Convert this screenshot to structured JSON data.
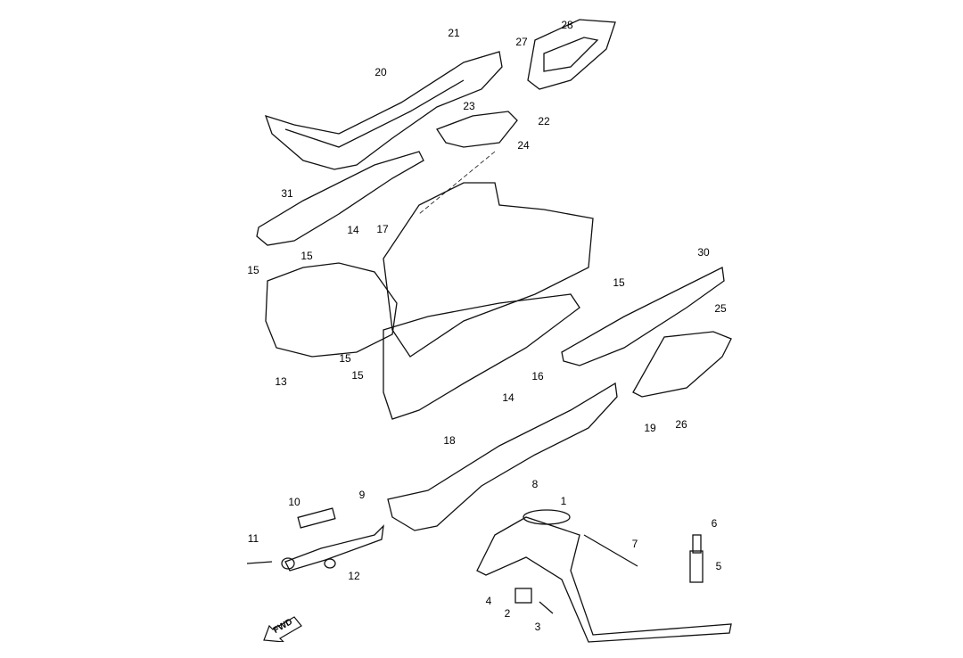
{
  "labels": [
    "21",
    "28",
    "27",
    "20",
    "23",
    "22",
    "24",
    "31",
    "14",
    "17",
    "15",
    "15",
    "30",
    "15",
    "25",
    "13",
    "15",
    "15",
    "16",
    "14",
    "19",
    "26",
    "18",
    "8",
    "9",
    "1",
    "10",
    "7",
    "6",
    "11",
    "5",
    "12",
    "4",
    "2",
    "3"
  ],
  "direction_marker": "FWD"
}
